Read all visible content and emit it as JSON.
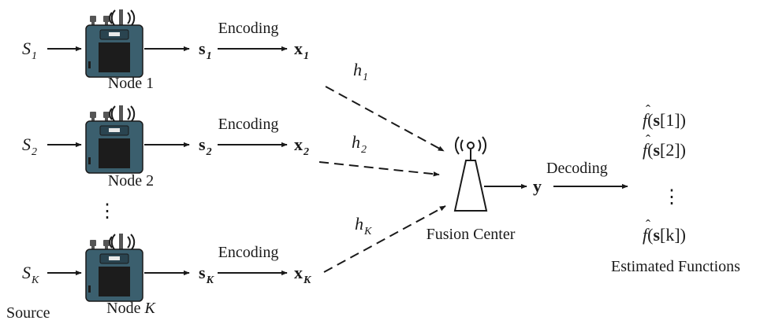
{
  "nodes": [
    {
      "source_symbol": "S",
      "source_sub": "1",
      "node_label": "Node 1",
      "s_symbol": "s",
      "s_sub": "1",
      "encoding_label": "Encoding",
      "x_symbol": "x",
      "x_sub": "1",
      "channel_symbol": "h",
      "channel_sub": "1"
    },
    {
      "source_symbol": "S",
      "source_sub": "2",
      "node_label": "Node 2",
      "s_symbol": "s",
      "s_sub": "2",
      "encoding_label": "Encoding",
      "x_symbol": "x",
      "x_sub": "2",
      "channel_symbol": "h",
      "channel_sub": "2"
    },
    {
      "source_symbol": "S",
      "source_sub": "K",
      "node_label": "Node ",
      "node_label_var": "K",
      "s_symbol": "s",
      "s_sub": "K",
      "encoding_label": "Encoding",
      "x_symbol": "x",
      "x_sub": "K",
      "channel_symbol": "h",
      "channel_sub": "K"
    }
  ],
  "nodes_ellipsis": "⋮",
  "source_caption": "Source",
  "fusion_center_label": "Fusion Center",
  "y_symbol": "y",
  "decoding_label": "Decoding",
  "outputs": [
    {
      "f": "f",
      "open": "(",
      "s": "s",
      "index": "[1])"
    },
    {
      "f": "f",
      "open": "(",
      "s": "s",
      "index": "[2])"
    },
    {
      "f": "f",
      "open": "(",
      "s": "s",
      "index": "[k])"
    }
  ],
  "outputs_ellipsis": "⋮",
  "estimated_functions_label": "Estimated Functions",
  "colors": {
    "device_body": "#3b5f6e",
    "device_screen": "#1c1c1c",
    "line": "#1a1a1a"
  },
  "icons": {
    "node_device": "sensor-node-icon",
    "fusion_center": "antenna-tower-icon"
  }
}
